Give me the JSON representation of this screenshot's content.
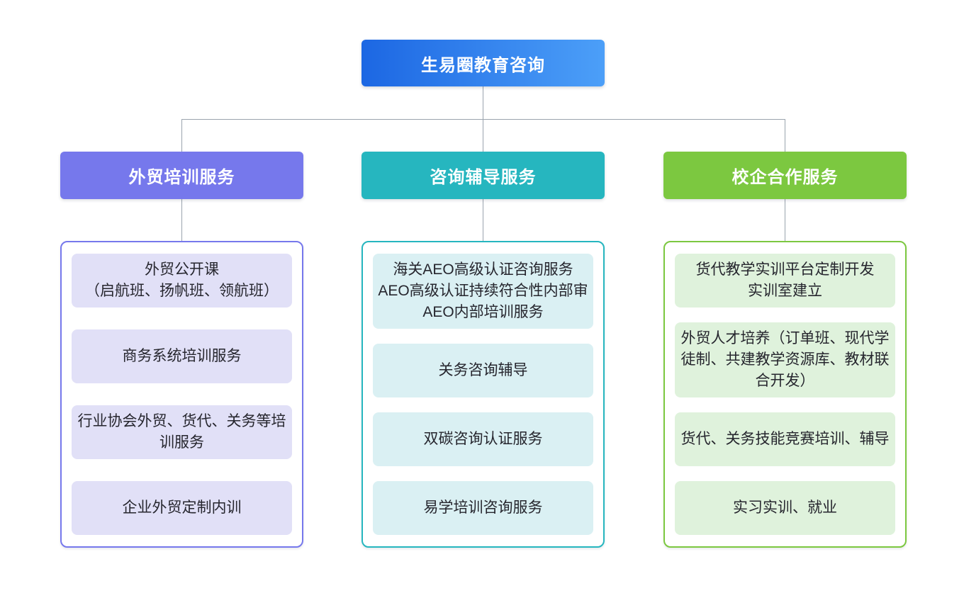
{
  "page": {
    "background": "#FFFFFF",
    "connector_color": "#9AA4AE"
  },
  "root_node": {
    "label": "生易圈教育咨询",
    "gradient_from": "#1C67E3",
    "gradient_to": "#4C9FF8",
    "text_color": "#FFFFFF"
  },
  "branches": [
    {
      "label": "外贸培训服务",
      "color": "#7678EC",
      "item_bg": "#E1E0F7",
      "items": [
        "外贸公开课\n（启航班、扬帆班、领航班）",
        "商务系统培训服务",
        "行业协会外贸、货代、关务等培训服务",
        "企业外贸定制内训"
      ]
    },
    {
      "label": "咨询辅导服务",
      "color": "#26B6BF",
      "item_bg": "#DAF0F3",
      "items": [
        "海关AEO高级认证咨询服务\nAEO高级认证持续符合性内部审\nAEO内部培训服务",
        "关务咨询辅导",
        "双碳咨询认证服务",
        "易学培训咨询服务"
      ]
    },
    {
      "label": "校企合作服务",
      "color": "#7CC840",
      "item_bg": "#DFF2DC",
      "items": [
        "货代教学实训平台定制开发\n实训室建立",
        "外贸人才培养（订单班、现代学徒制、共建教学资源库、教材联合开发）",
        "货代、关务技能竞赛培训、辅导",
        "实习实训、就业"
      ]
    }
  ]
}
